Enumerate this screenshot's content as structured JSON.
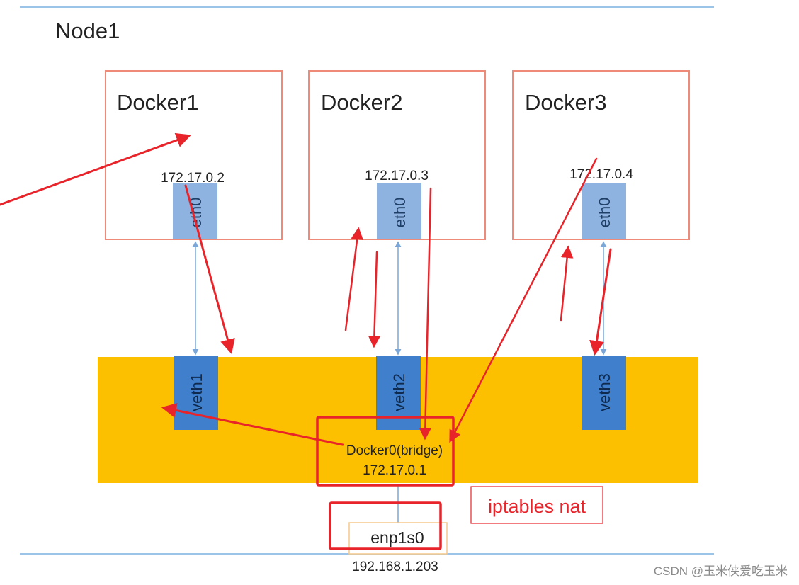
{
  "node": {
    "title": "Node1"
  },
  "containers": [
    {
      "name": "Docker1",
      "ip": "172.17.0.2",
      "iface": "eth0",
      "veth": "veth1"
    },
    {
      "name": "Docker2",
      "ip": "172.17.0.3",
      "iface": "eth0",
      "veth": "veth2"
    },
    {
      "name": "Docker3",
      "ip": "172.17.0.4",
      "iface": "eth0",
      "veth": "veth3"
    }
  ],
  "bridge": {
    "name": "Docker0(bridge)",
    "ip": "172.17.0.1"
  },
  "host_nic": {
    "name": "enp1s0",
    "ip": "192.168.1.203"
  },
  "annotation": {
    "text": "iptables nat"
  },
  "watermark": {
    "text": "CSDN @玉米侠爱吃玉米"
  },
  "colors": {
    "container_border": "#f08a78",
    "iface_fill": "#8fb3e0",
    "veth_fill": "#3f7fcc",
    "bridge_fill": "#fcc000",
    "highlight": "#e8232a",
    "link_line": "#7ba7d8",
    "frame_line": "#9cc3e8"
  }
}
